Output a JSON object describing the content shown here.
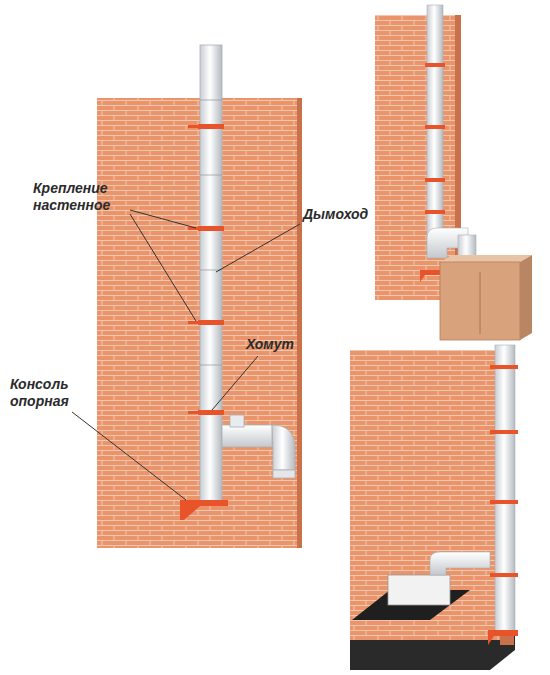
{
  "diagram": {
    "labels": [
      "Крепление настенное",
      "Дымоход",
      "Хомут",
      "Консоль опорная"
    ]
  }
}
